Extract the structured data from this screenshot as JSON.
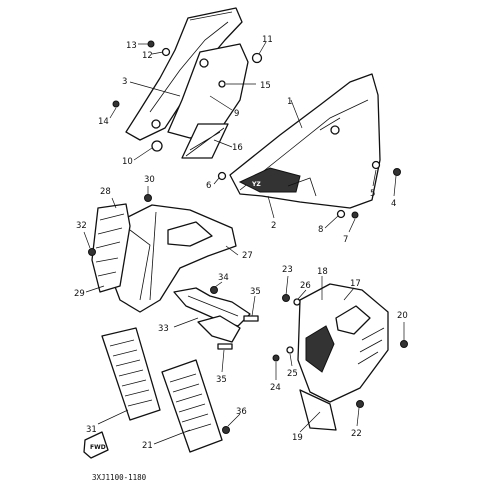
{
  "diagram": {
    "part_code": "3XJ1100-1180",
    "fwd_label": "FWD",
    "callouts": [
      "1",
      "2",
      "3",
      "4",
      "5",
      "6",
      "7",
      "8",
      "9",
      "10",
      "11",
      "12",
      "13",
      "14",
      "15",
      "16",
      "17",
      "18",
      "19",
      "20",
      "21",
      "22",
      "23",
      "24",
      "25",
      "26",
      "27",
      "28",
      "29",
      "30",
      "31",
      "32",
      "33",
      "34",
      "35",
      "35",
      "36"
    ],
    "colors": {
      "line": "#111111",
      "background": "#ffffff"
    }
  }
}
